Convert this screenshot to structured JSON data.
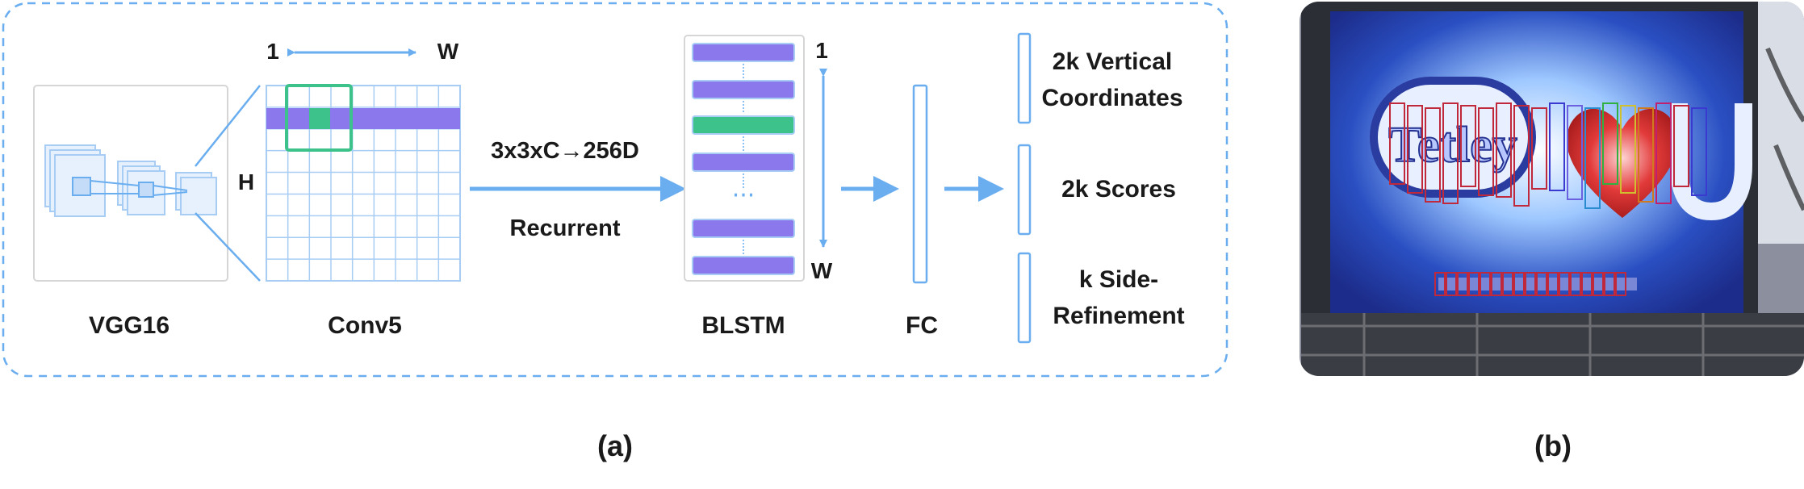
{
  "panel_a": {
    "caption": "(a)",
    "vgg_label": "VGG16",
    "conv_label": "Conv5",
    "conv_width_start": "1",
    "conv_width_end": "W",
    "conv_height": "H",
    "conv_op_label": "3x3xC→256D",
    "recurrent_label": "Recurrent",
    "blstm_label": "BLSTM",
    "blstm_seq_start": "1",
    "blstm_seq_end": "W",
    "fc_label": "FC",
    "outputs": {
      "vertical_line1": "2k Vertical",
      "vertical_line2": "Coordinates",
      "scores": "2k Scores",
      "side_line1": "k Side-",
      "side_line2": "Refinement"
    }
  },
  "panel_b": {
    "caption": "(b)",
    "billboard_text": "Tetley"
  },
  "colors": {
    "accent_blue": "#6aaef0",
    "cell_purple": "#8a78ec",
    "cell_green": "#3cc28a",
    "grid_line": "#a8cdf5"
  }
}
